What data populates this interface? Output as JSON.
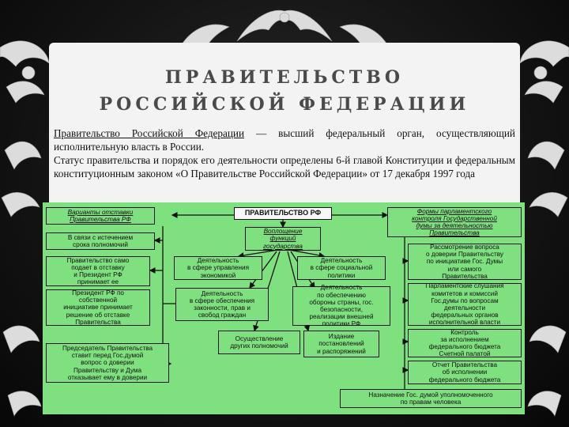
{
  "title": {
    "line1": "ПРАВИТЕЛЬСТВО",
    "line2": "РОССИЙСКОЙ ФЕДЕРАЦИИ"
  },
  "intro": {
    "term": "Правительство Российской Федерации",
    "rest1": " — высший федеральный орган, осуществляющий исполнительную власть в России.",
    "para2": "Статус правительства и порядок его деятельности определены 6-й главой Конституции и федеральным конституционным законом «О Правительстве Российской Федерации» от 17 декабря 1997 года"
  },
  "diagram": {
    "top": "ПРАВИТЕЛЬСТВО РФ",
    "resignation": {
      "header": "Варианты отставки\nПравительства РФ",
      "items": [
        "В связи с истечением\nсрока полномочий",
        "Правительство само\nподает в отставку\nи Президент РФ\nпринимает ее",
        "Президент РФ по\nсобственной\nинициативе принимает\nрешение об отставке\nПравительства",
        "Председатель Правительства\nставит перед Гос.думой\nвопрос о доверии\nПравительству и Дума\nотказывает ему в доверии"
      ]
    },
    "functions": {
      "header": "Воплощение\nфункций\nгосударства",
      "items": [
        "Деятельность\nв сфере управления\nэкономикой",
        "Деятельность\nв сфере социальной\nполитики",
        "Деятельность\nв сфере обеспечения\nзаконности, прав и\nсвобод граждан",
        "Деятельность\nпо обеспечению\nобороны страны, гос.\nбезопасности,\nреализации внешней\nполитики РФ",
        "Осуществление\nдругих полномочий",
        "Издание\nпостановлений\nи распоряжений"
      ]
    },
    "control": {
      "header": "Формы парламентского\nконтроля Государственной\nдумы за деятельностью\nПравительства",
      "items": [
        "Рассмотрение вопроса\nо доверии Правительству\nпо инициативе Гос. Думы\nили самого\nПравительства",
        "Парламентские слушания\nкомитетов и комиссий\nГос.думы по вопросам\nдеятельности\nфедеральных органов\nисполнительной власти",
        "Контроль\nза исполнением\nфедерального бюджета\nСчетной палатой",
        "Отчет Правительства\nоб исполнении\nфедерального бюджета",
        "Назначение Гос. думой уполномоченного\nпо правам человека"
      ]
    }
  },
  "colors": {
    "background": "#111111",
    "panel": "#f3f3f3",
    "diagram_bg": "#7fe07f",
    "ornament": "#d8d8d8"
  }
}
